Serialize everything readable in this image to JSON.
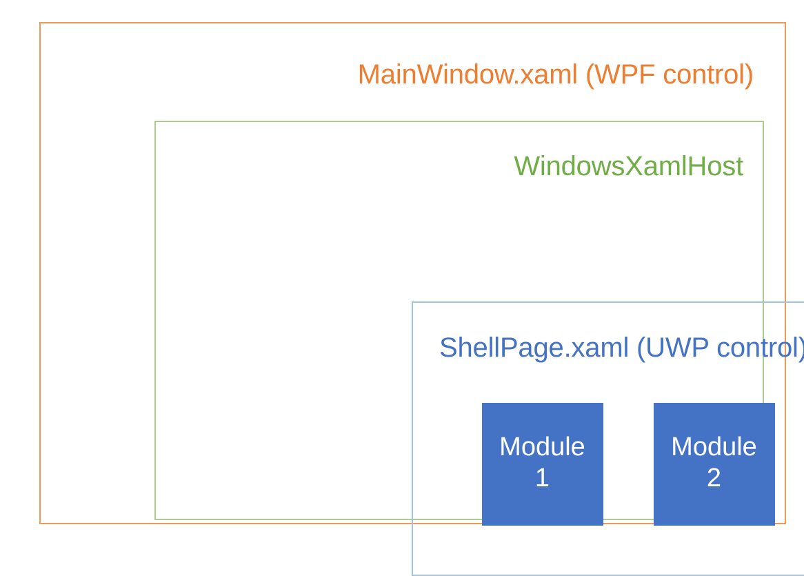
{
  "diagram": {
    "type": "nested-architecture-diagram",
    "background": "#FFFFFF",
    "layers": {
      "outer": {
        "label": "MainWindow.xaml (WPF control)",
        "border_color": "#ED9A57",
        "text_color": "#ED7D31"
      },
      "middle": {
        "label": "WindowsXamlHost",
        "border_color": "#A9CE8F",
        "text_color": "#70AD47"
      },
      "inner": {
        "label": "ShellPage.xaml (UWP control)",
        "border_color": "#A3BFE3",
        "text_color": "#4472C4"
      }
    },
    "modules": [
      {
        "line1": "Module",
        "line2": "1",
        "fill_color": "#4472C4",
        "text_color": "#FFFFFF"
      },
      {
        "line1": "Module",
        "line2": "2",
        "fill_color": "#4472C4",
        "text_color": "#FFFFFF"
      }
    ]
  }
}
